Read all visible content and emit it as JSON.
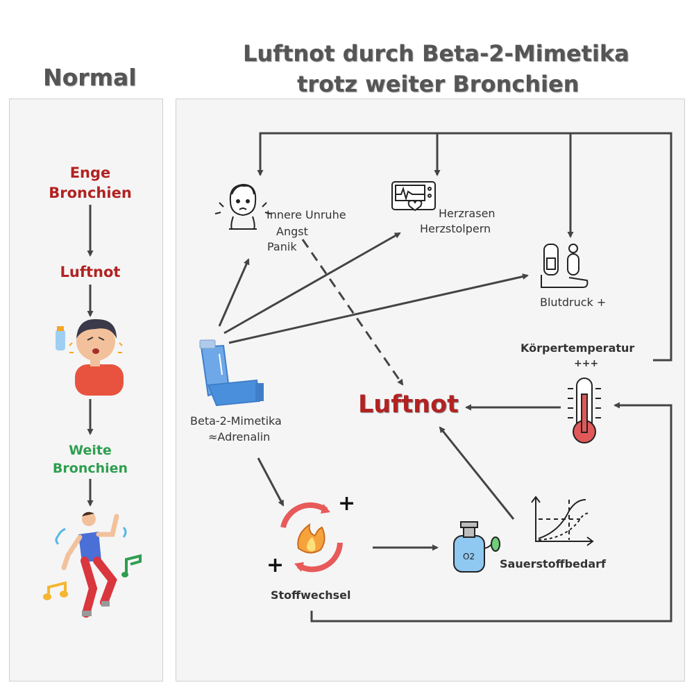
{
  "left_panel": {
    "title": "Normal",
    "steps": [
      {
        "label": "Enge\nBronchien",
        "color": "#b22222"
      },
      {
        "label": "Luftnot",
        "color": "#b22222"
      },
      {
        "label": "Weite\nBronchien",
        "color": "#2e9e4f"
      }
    ]
  },
  "right_panel": {
    "title_line1": "Luftnot durch Beta-2-Mimetika",
    "title_line2": "trotz weiter Bronchien",
    "nodes": {
      "unruhe": {
        "l1": "Innere Unruhe",
        "l2": "Angst",
        "l3": "Panik"
      },
      "herz": {
        "l1": "Herzrasen",
        "l2": "Herzstolpern"
      },
      "blutdruck": "Blutdruck +",
      "temp": {
        "l1": "Körpertemperatur",
        "l2": "+++"
      },
      "mimetika": {
        "l1": "Beta-2-Mimetika",
        "l2": "≈Adrenalin"
      },
      "luftnot": "Luftnot",
      "stoffwechsel": "Stoffwechsel",
      "sauerstoff": "Sauerstoffbedarf",
      "plus": "+",
      "o2": "O2"
    }
  },
  "colors": {
    "arrow": "#444444",
    "luftnot": "#b22222",
    "panel_bg": "#f5f5f5"
  }
}
